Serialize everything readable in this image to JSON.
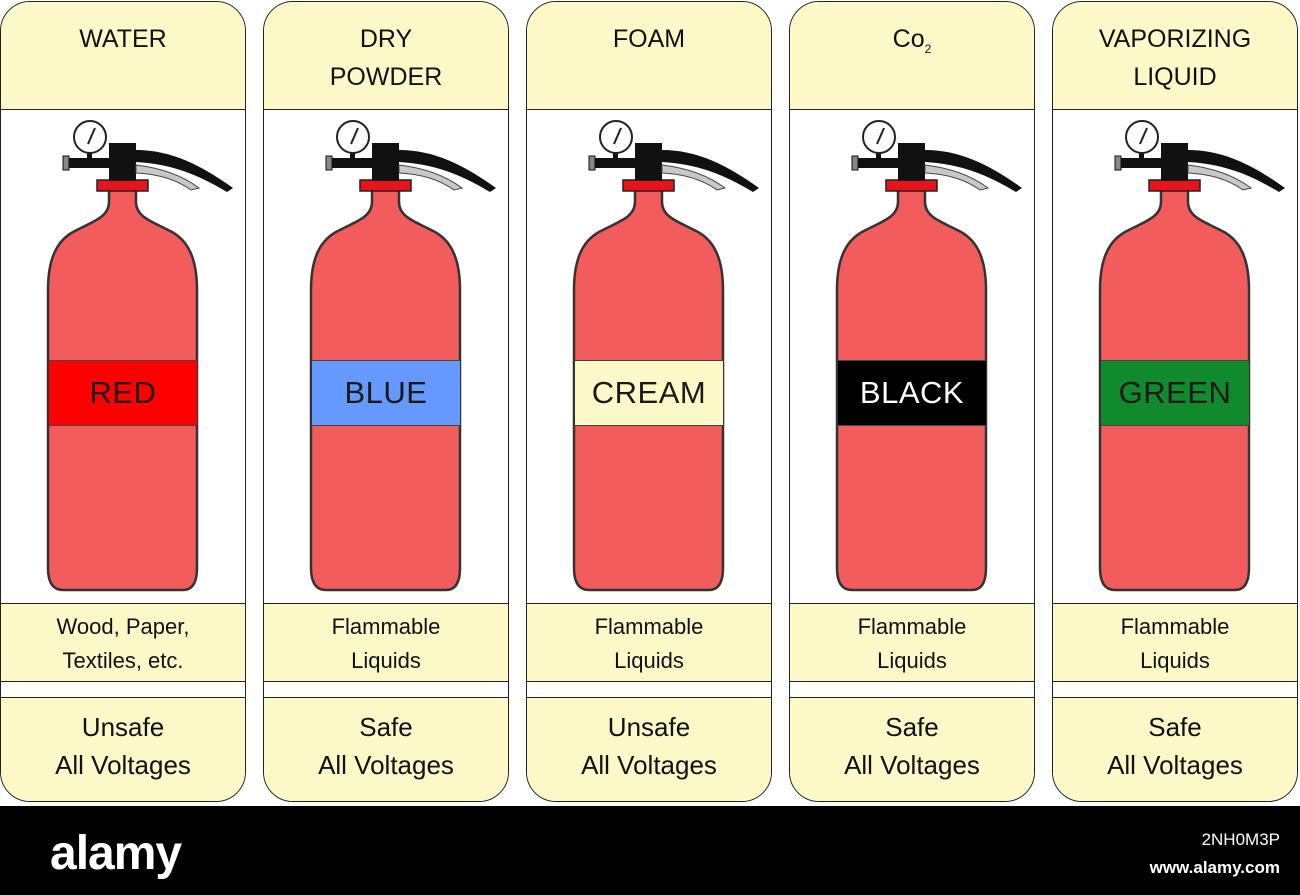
{
  "extinguishers": [
    {
      "title": "WATER",
      "title_sub": "",
      "label": "RED",
      "label_bg": "#ff0000",
      "label_fg": "#1a1a1a",
      "use": "Wood, Paper,\nTextiles, etc.",
      "safety": "Unsafe\nAll Voltages"
    },
    {
      "title": "DRY\nPOWDER",
      "title_sub": "",
      "label": "BLUE",
      "label_bg": "#6699ff",
      "label_fg": "#1a1a1a",
      "use": "Flammable\nLiquids",
      "safety": "Safe\nAll Voltages"
    },
    {
      "title": "FOAM",
      "title_sub": "",
      "label": "CREAM",
      "label_bg": "#fcf8c8",
      "label_fg": "#1a1a1a",
      "use": "Flammable\nLiquids",
      "safety": "Unsafe\nAll Voltages"
    },
    {
      "title": "Co",
      "title_sub": "2",
      "label": "BLACK",
      "label_bg": "#000000",
      "label_fg": "#ffffff",
      "use": "Flammable\nLiquids",
      "safety": "Safe\nAll Voltages"
    },
    {
      "title": "VAPORIZING\nLIQUID",
      "title_sub": "",
      "label": "GREEN",
      "label_bg": "#118a2e",
      "label_fg": "#1a1a1a",
      "use": "Flammable\nLiquids",
      "safety": "Safe\nAll Voltages"
    }
  ],
  "colors": {
    "band": "#fcf8c8",
    "cylinder": "#f25c5c",
    "collar": "#e8141c"
  },
  "footer": {
    "brand": "alamy",
    "image_id": "2NH0M3P",
    "site": "www.alamy.com"
  }
}
